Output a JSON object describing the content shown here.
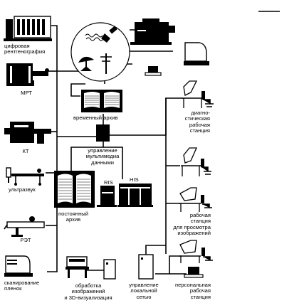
{
  "labels": {
    "digital_radiography": [
      "цифровая",
      "рентгенография"
    ],
    "mri": [
      "МРТ"
    ],
    "ct": [
      "КТ"
    ],
    "ultrasound": [
      "ультразвук"
    ],
    "pet": [
      "РЭТ"
    ],
    "film_scanning": [
      "сканирование",
      "пленок"
    ],
    "temporary_archive": [
      "временный архив"
    ],
    "multimedia_management": [
      "управление",
      "мультимедиа",
      "данными"
    ],
    "permanent_archive": [
      "постоянный",
      "архив"
    ],
    "ris": [
      "RIS"
    ],
    "his": [
      "HIS"
    ],
    "diagnostic_workstation": [
      "диагно-",
      "стическая",
      "рабочая",
      "станция"
    ],
    "viewing_workstation": [
      "рабочая",
      "станция",
      "для просмотра",
      "изображений"
    ],
    "image_processing": [
      "обработка",
      "изображений",
      "и 3D-визуализация"
    ],
    "lan_management": [
      "управление",
      "локальной",
      "сетью"
    ],
    "personal_workstation": [
      "персональная",
      "рабочая",
      "станция"
    ]
  },
  "colors": {
    "ink": "#000000",
    "paper": "#ffffff",
    "mid": "#8a8a8a"
  }
}
